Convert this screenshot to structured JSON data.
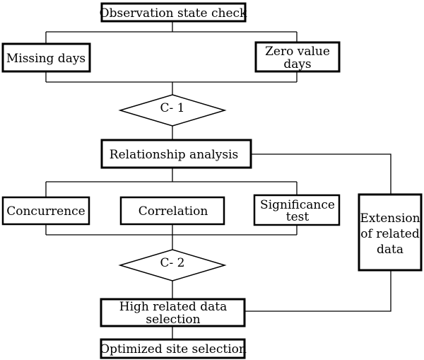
{
  "flowchart": {
    "observation_check": "Observation state check",
    "missing_days": "Missing days",
    "zero_value_line1": "Zero value",
    "zero_value_line2": "days",
    "decision_c1": "C- 1",
    "relationship_analysis": "Relationship analysis",
    "concurrence": "Concurrence",
    "correlation": "Correlation",
    "significance_line1": "Significance",
    "significance_line2": "test",
    "extension_line1": "Extension",
    "extension_line2": "of related",
    "extension_line3": "data",
    "decision_c2": "C- 2",
    "high_related_line1": "High related data",
    "high_related_line2": "selection",
    "optimized_site": "Optimized site selection"
  }
}
